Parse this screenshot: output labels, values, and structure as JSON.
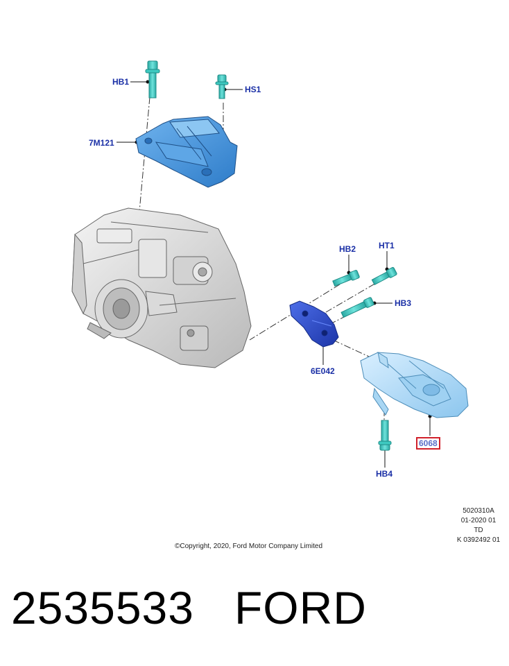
{
  "callouts": {
    "hb1": "HB1",
    "hs1": "HS1",
    "m7m121": "7M121",
    "hb2": "HB2",
    "ht1": "HT1",
    "hb3": "HB3",
    "e6e042": "6E042",
    "p6068": "6068",
    "hb4": "HB4"
  },
  "meta": {
    "line1": "5020310A",
    "line2": "01-2020 01",
    "line3": "TD",
    "line4": "K 0392492 01"
  },
  "copyright": "©Copyright, 2020, Ford Motor Company Limited",
  "caption": "2535533   FORD",
  "colors": {
    "label": "#1a2fa6",
    "highlight_border": "#d0202a",
    "part_blue": "#3f8fd8",
    "bolt_cyan": "#3ec9c0",
    "bracket_blue": "#2d4fd0"
  }
}
